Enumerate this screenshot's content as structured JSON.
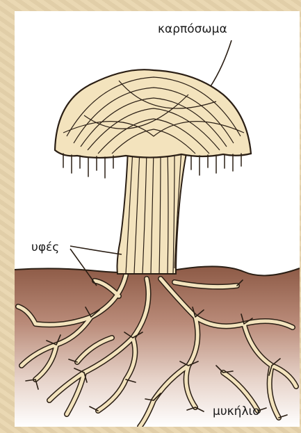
{
  "labels": {
    "fruiting_body": "καρπόσωμα",
    "hyphae": "υφές",
    "mycelium": "μυκήλιο"
  },
  "colors": {
    "hypha": "#f3e3bd",
    "outline": "#2a1e14",
    "soil_top": "#8d5a46",
    "soil_bottom": "#ffffff",
    "page_border": "#e8d5ad"
  }
}
